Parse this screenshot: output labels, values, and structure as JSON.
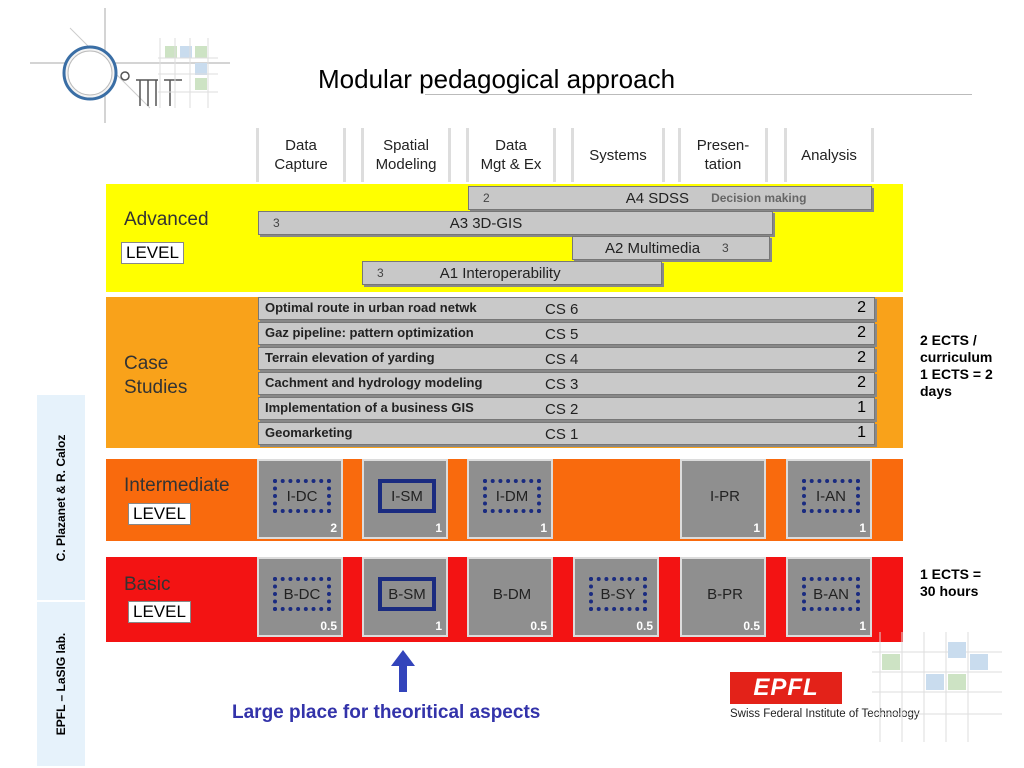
{
  "title": "Modular pedagogical approach",
  "columns": [
    {
      "line1": "Data",
      "line2": "Capture"
    },
    {
      "line1": "Spatial",
      "line2": "Modeling"
    },
    {
      "line1": "Data",
      "line2": "Mgt & Ex"
    },
    {
      "line1": "Systems",
      "line2": ""
    },
    {
      "line1": "Presen-",
      "line2": "tation"
    },
    {
      "line1": "Analysis",
      "line2": ""
    }
  ],
  "advanced": {
    "label": "Advanced",
    "level": "LEVEL",
    "bars": [
      {
        "num": "2",
        "name": "A4 SDSS",
        "note": "Decision making"
      },
      {
        "num": "3",
        "name": "A3 3D-GIS"
      },
      {
        "num": "3",
        "name": "A2 Multimedia"
      },
      {
        "num": "3",
        "name": "A1 Interoperability"
      }
    ]
  },
  "case_studies": {
    "label_line1": "Case",
    "label_line2": "Studies",
    "rows": [
      {
        "name": "Optimal route in urban road netwk",
        "code": "CS 6",
        "ects": "2"
      },
      {
        "name": "Gaz pipeline: pattern optimization",
        "code": "CS 5",
        "ects": "2"
      },
      {
        "name": "Terrain elevation of yarding",
        "code": "CS 4",
        "ects": "2"
      },
      {
        "name": "Cachment and hydrology modeling",
        "code": "CS 3",
        "ects": "2"
      },
      {
        "name": "Implementation of a business GIS",
        "code": "CS 2",
        "ects": "1"
      },
      {
        "name": "Geomarketing",
        "code": "CS 1",
        "ects": "1"
      }
    ]
  },
  "intermediate": {
    "label": "Intermediate",
    "level": "LEVEL",
    "modules": [
      {
        "code": "I-DC",
        "ects": "2",
        "style": "dots"
      },
      {
        "code": "I-SM",
        "ects": "1",
        "style": "solid"
      },
      {
        "code": "I-DM",
        "ects": "1",
        "style": "dots"
      },
      {
        "code": "I-PR",
        "ects": "1",
        "style": "none"
      },
      {
        "code": "I-AN",
        "ects": "1",
        "style": "dots"
      }
    ]
  },
  "basic": {
    "label": "Basic",
    "level": "LEVEL",
    "modules": [
      {
        "code": "B-DC",
        "ects": "0.5",
        "style": "dots"
      },
      {
        "code": "B-SM",
        "ects": "1",
        "style": "solid"
      },
      {
        "code": "B-DM",
        "ects": "0.5",
        "style": "none"
      },
      {
        "code": "B-SY",
        "ects": "0.5",
        "style": "dots"
      },
      {
        "code": "B-PR",
        "ects": "0.5",
        "style": "none"
      },
      {
        "code": "B-AN",
        "ects": "1",
        "style": "dots"
      }
    ]
  },
  "notes": {
    "ects_curriculum": [
      "2 ECTS /",
      "curriculum",
      "1 ECTS = 2",
      "days"
    ],
    "ects_hours": [
      "1 ECTS =",
      "30 hours"
    ]
  },
  "side": {
    "author": "C. Plazanet & R. Caloz",
    "lab": "EPFL – LaSIG lab."
  },
  "arrow_label": "Large place for theoritical aspects",
  "epfl": {
    "logo_text": "EPFL",
    "caption": "Swiss Federal Institute of Technology"
  },
  "colors": {
    "advanced": "#ffff00",
    "case_studies": "#f9a21a",
    "intermediate": "#f96a0d",
    "basic": "#f31313",
    "module_border": "#1a2b80",
    "arrow": "#3344bb"
  }
}
